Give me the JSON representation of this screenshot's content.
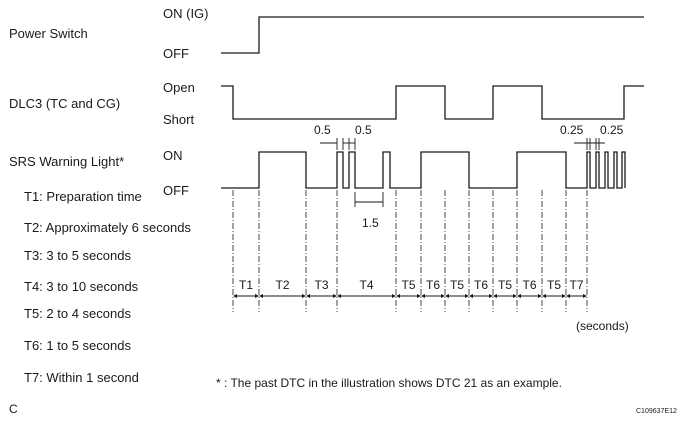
{
  "signals": {
    "power_switch": {
      "label": "Power Switch",
      "high": "ON (IG)",
      "low": "OFF"
    },
    "dlc3": {
      "label": "DLC3 (TC and CG)",
      "high": "Open",
      "low": "Short"
    },
    "srs": {
      "label": "SRS Warning Light*",
      "high": "ON",
      "low": "OFF"
    }
  },
  "timing_notes": {
    "pulse_a": "0.5",
    "pulse_b": "0.5",
    "gap": "1.5",
    "fast_a": "0.25",
    "fast_b": "0.25"
  },
  "periods": [
    {
      "code": "T1",
      "description": "T1: Preparation time"
    },
    {
      "code": "T2",
      "description": "T2: Approximately 6 seconds"
    },
    {
      "code": "T3",
      "description": "T3: 3 to 5 seconds"
    },
    {
      "code": "T4",
      "description": "T4: 3 to 10 seconds"
    },
    {
      "code": "T5",
      "description": "T5: 2 to 4 seconds"
    },
    {
      "code": "T6",
      "description": "T6: 1 to 5 seconds"
    },
    {
      "code": "T7",
      "description": "T7: Within 1 second"
    }
  ],
  "interval_labels": [
    "T1",
    "T2",
    "T3",
    "T4",
    "T5",
    "T6",
    "T5",
    "T6",
    "T5",
    "T6",
    "T5",
    "T7"
  ],
  "unit_label": "(seconds)",
  "footnote": "* : The past DTC in the illustration shows DTC 21 as an example.",
  "corner_mark": "C",
  "figure_id": "C109637E12"
}
